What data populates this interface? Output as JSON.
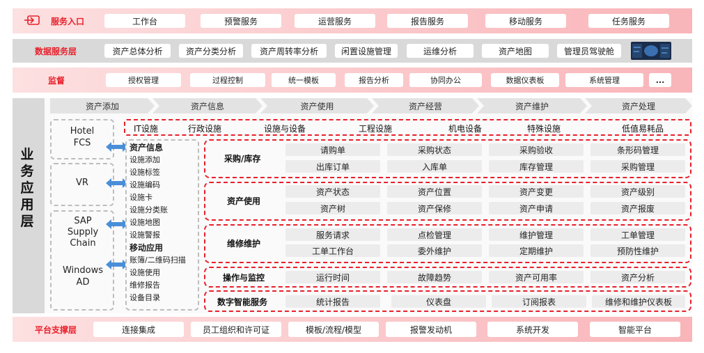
{
  "service_entry": {
    "title": "服务入口",
    "items": [
      "工作台",
      "预警服务",
      "运营服务",
      "报告服务",
      "移动服务",
      "任务服务"
    ]
  },
  "data_service": {
    "title": "数据服务层",
    "items": [
      "资产总体分析",
      "资产分类分析",
      "资产周转率分析",
      "闲置设施管理",
      "运维分析",
      "资产地图",
      "管理员驾驶舱"
    ]
  },
  "supervision": {
    "title": "监督",
    "items": [
      "授权管理",
      "过程控制",
      "统一模板",
      "报告分析",
      "协同办公",
      "数据仪表板",
      "系统管理",
      "..."
    ]
  },
  "app_layer": {
    "title": "业务应用层",
    "lifecycle": [
      "资产添加",
      "资产信息",
      "资产使用",
      "资产经营",
      "资产维护",
      "资产处理"
    ],
    "categories": [
      "IT设施",
      "行政设施",
      "设施与设备",
      "工程设施",
      "机电设备",
      "特殊设施",
      "低值易耗品"
    ],
    "integrations": [
      "Hotel FCS",
      "VR",
      "SAP Supply Chain",
      "Windows AD"
    ],
    "side_list": [
      "资产信息",
      "设施添加",
      "设施标签",
      "设施编码",
      "设施卡",
      "设施分类账",
      "设施地图",
      "设施警报",
      "移动应用",
      "账簿/二维码扫描",
      "设施使用",
      "维修报告",
      "设备目录"
    ],
    "modules": [
      {
        "label": "采购/库存",
        "cells": [
          "请购单",
          "采购状态",
          "采购验收",
          "条形码管理",
          "出库订单",
          "入库单",
          "库存管理",
          "采购管理"
        ]
      },
      {
        "label": "资产使用",
        "cells": [
          "资产状态",
          "资产位置",
          "资产变更",
          "资产级别",
          "资产树",
          "资产保修",
          "资产申请",
          "资产报废"
        ]
      },
      {
        "label": "维修维护",
        "cells": [
          "服务请求",
          "点检管理",
          "维护管理",
          "工单管理",
          "工单工作台",
          "委外维护",
          "定期维护",
          "预防性维护"
        ]
      },
      {
        "label": "操作与监控",
        "cells": [
          "运行时间",
          "故障趋势",
          "资产可用率",
          "资产分析"
        ]
      },
      {
        "label": "数字智能服务",
        "cells": [
          "统计报告",
          "仪表盘",
          "订阅报表",
          "维修和维护仪表板"
        ]
      }
    ]
  },
  "platform": {
    "title": "平台支撑层",
    "items": [
      "连接集成",
      "员工组织和许可证",
      "模板/流程/模型",
      "报警发动机",
      "系统开发",
      "智能平台"
    ]
  },
  "colors": {
    "accent": "#e8202a",
    "band_pink": "#f9b5b9",
    "band_grey": "#d9d9d9",
    "arrow": "#4a8ed8"
  },
  "icons": {
    "entry": "login-icon",
    "thumbnail": "dashboard-thumbnail",
    "arrows": "double-arrow-icon"
  }
}
